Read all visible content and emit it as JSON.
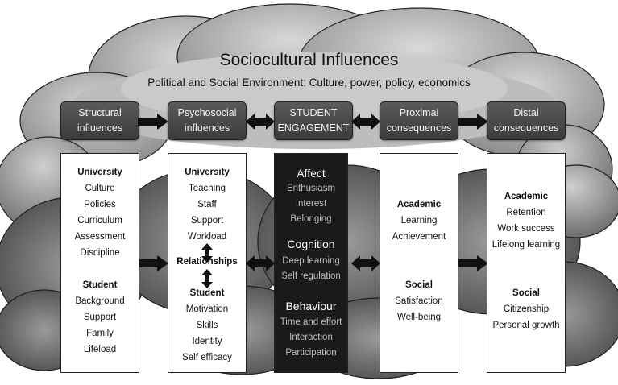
{
  "title": "Sociocultural Influences",
  "subtitle": "Political and Social Environment: Culture, power, policy, economics",
  "headers": [
    {
      "lines": [
        "Structural",
        "influences"
      ]
    },
    {
      "lines": [
        "Psychosocial",
        "influences"
      ]
    },
    {
      "lines": [
        "STUDENT",
        "ENGAGEMENT"
      ]
    },
    {
      "lines": [
        "Proximal",
        "consequences"
      ]
    },
    {
      "lines": [
        "Distal",
        "consequences"
      ]
    }
  ],
  "structural": {
    "university": {
      "heading": "University",
      "items": [
        "Culture",
        "Policies",
        "Curriculum",
        "Assessment",
        "Discipline"
      ]
    },
    "student": {
      "heading": "Student",
      "items": [
        "Background",
        "Support",
        "Family",
        "Lifeload"
      ]
    }
  },
  "psychosocial": {
    "university": {
      "heading": "University",
      "items": [
        "Teaching",
        "Staff",
        "Support",
        "Workload"
      ]
    },
    "relationships": "Relationships",
    "student": {
      "heading": "Student",
      "items": [
        "Motivation",
        "Skills",
        "Identity",
        "Self efficacy"
      ]
    }
  },
  "engagement": {
    "affect": {
      "heading": "Affect",
      "items": [
        "Enthusiasm",
        "Interest",
        "Belonging"
      ]
    },
    "cognition": {
      "heading": "Cognition",
      "items": [
        "Deep learning",
        "Self regulation"
      ]
    },
    "behaviour": {
      "heading": "Behaviour",
      "items": [
        "Time and effort",
        "Interaction",
        "Participation"
      ]
    }
  },
  "proximal": {
    "academic": {
      "heading": "Academic",
      "items": [
        "Learning",
        "Achievement"
      ]
    },
    "social": {
      "heading": "Social",
      "items": [
        "Satisfaction",
        "Well-being"
      ]
    }
  },
  "distal": {
    "academic": {
      "heading": "Academic",
      "items": [
        "Retention",
        "Work success",
        "Lifelong learning"
      ]
    },
    "social": {
      "heading": "Social",
      "items": [
        "Citizenship",
        "Personal growth"
      ]
    }
  }
}
